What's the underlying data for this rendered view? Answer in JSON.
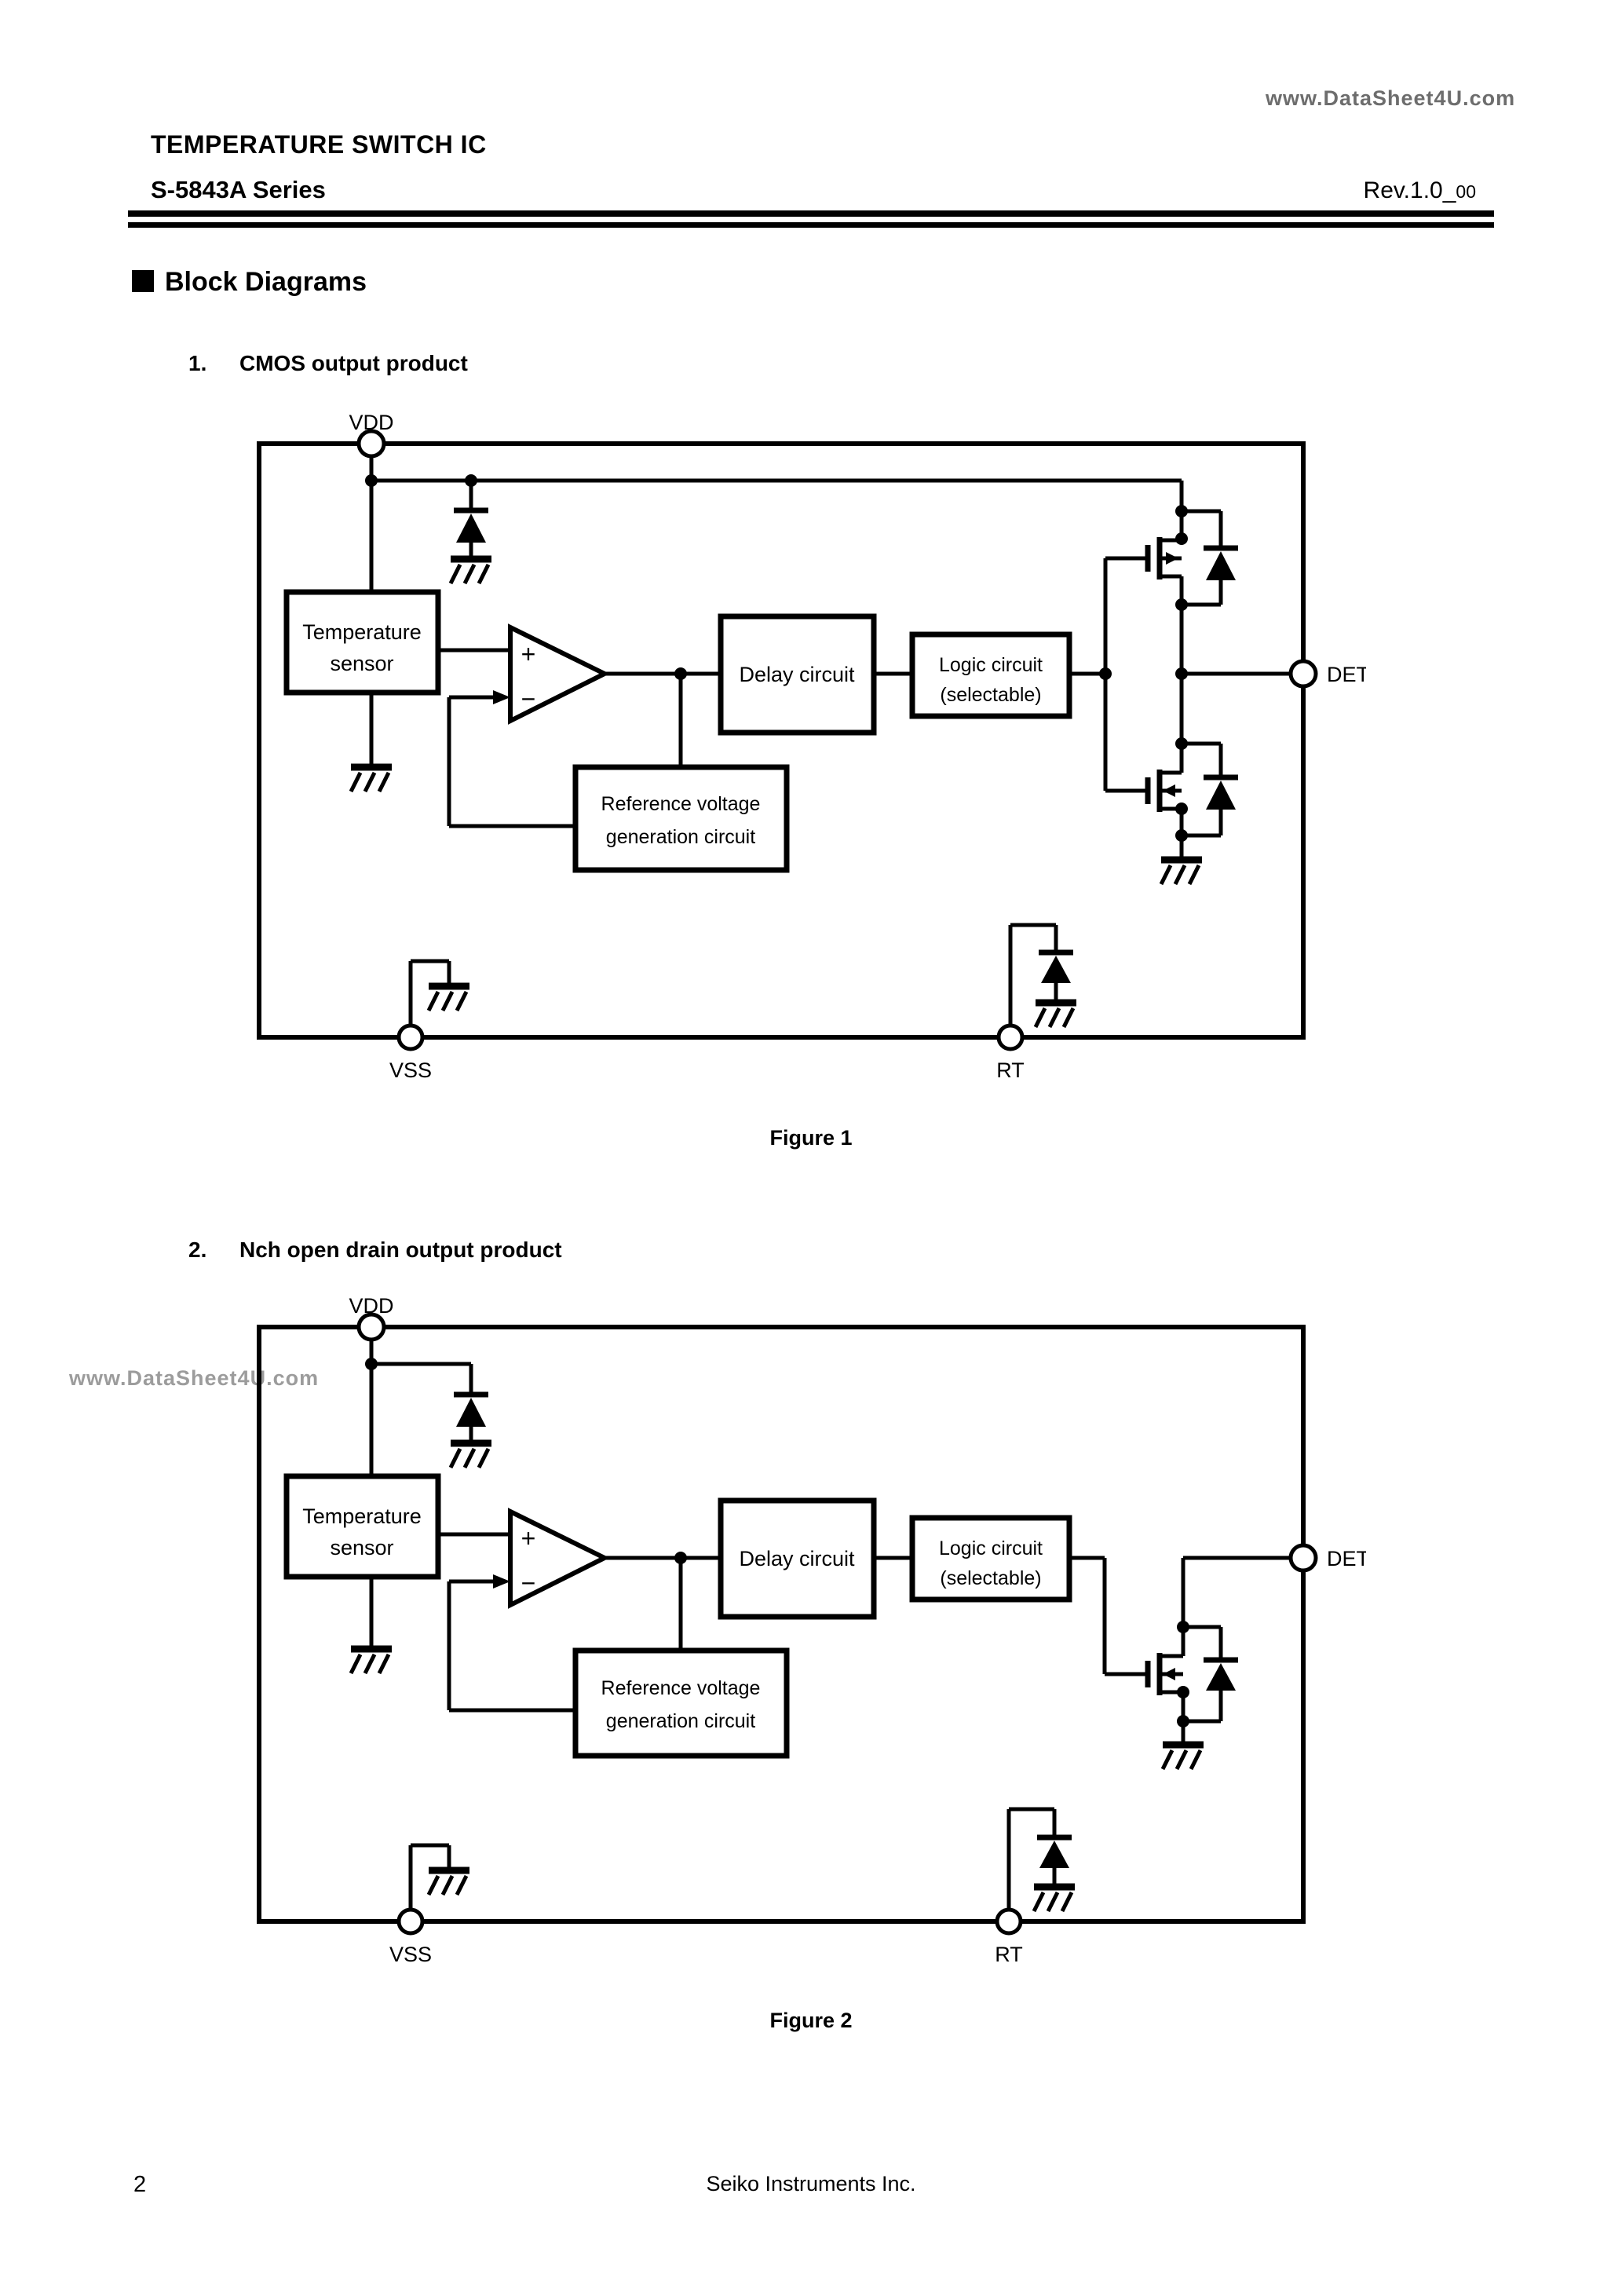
{
  "colors": {
    "ink": "#000000",
    "watermark_top": "#6d6d6d",
    "watermark_left": "#9c9c9c"
  },
  "watermarks": {
    "top_right": "www.DataSheet4U.com",
    "mid_left": "www.DataSheet4U.com"
  },
  "header": {
    "doc_title": "TEMPERATURE SWITCH IC",
    "series": "S-5843A Series",
    "revision": "Rev.1.0_",
    "revision_suffix": "00"
  },
  "sections": {
    "block_diagrams_heading": "Block Diagrams",
    "item1_number": "1.",
    "item1_title": "CMOS output product",
    "item2_number": "2.",
    "item2_title": "Nch open drain output product"
  },
  "figures": [
    {
      "caption": "Figure 1",
      "pins": {
        "vdd": "VDD",
        "vss": "VSS",
        "rt": "RT",
        "det": "DET"
      },
      "comparator": {
        "plus": "+",
        "minus": "−"
      },
      "blocks": {
        "temp_sensor_line1": "Temperature",
        "temp_sensor_line2": "sensor",
        "delay": "Delay circuit",
        "logic_line1": "Logic circuit",
        "logic_line2": "(selectable)",
        "ref_line1": "Reference voltage",
        "ref_line2": "generation circuit"
      }
    },
    {
      "caption": "Figure 2",
      "pins": {
        "vdd": "VDD",
        "vss": "VSS",
        "rt": "RT",
        "det": "DET"
      },
      "comparator": {
        "plus": "+",
        "minus": "−"
      },
      "blocks": {
        "temp_sensor_line1": "Temperature",
        "temp_sensor_line2": "sensor",
        "delay": "Delay circuit",
        "logic_line1": "Logic circuit",
        "logic_line2": "(selectable)",
        "ref_line1": "Reference voltage",
        "ref_line2": "generation circuit"
      }
    }
  ],
  "footer": {
    "page_number": "2",
    "company": "Seiko Instruments Inc."
  }
}
